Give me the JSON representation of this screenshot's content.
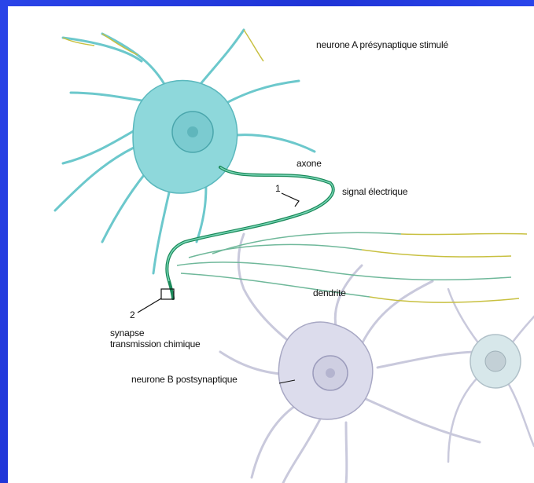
{
  "colors": {
    "background": "#1f34d6",
    "panel": "#ffffff",
    "neuron_a": "#7fd6d8",
    "neuron_b": "#d9d9ea",
    "axon_signal": "#1b8a5a",
    "dendrite_tips": "#c8c040"
  },
  "labels": {
    "neuron_a": "neurone A présynaptique stimulé",
    "axon": "axone",
    "signal": "signal électrique",
    "marker_1": "1",
    "dendrite": "dendrite",
    "marker_2": "2",
    "synapse": "synapse",
    "transmission": "transmission chimique",
    "neuron_b": "neurone B postsynaptique"
  }
}
